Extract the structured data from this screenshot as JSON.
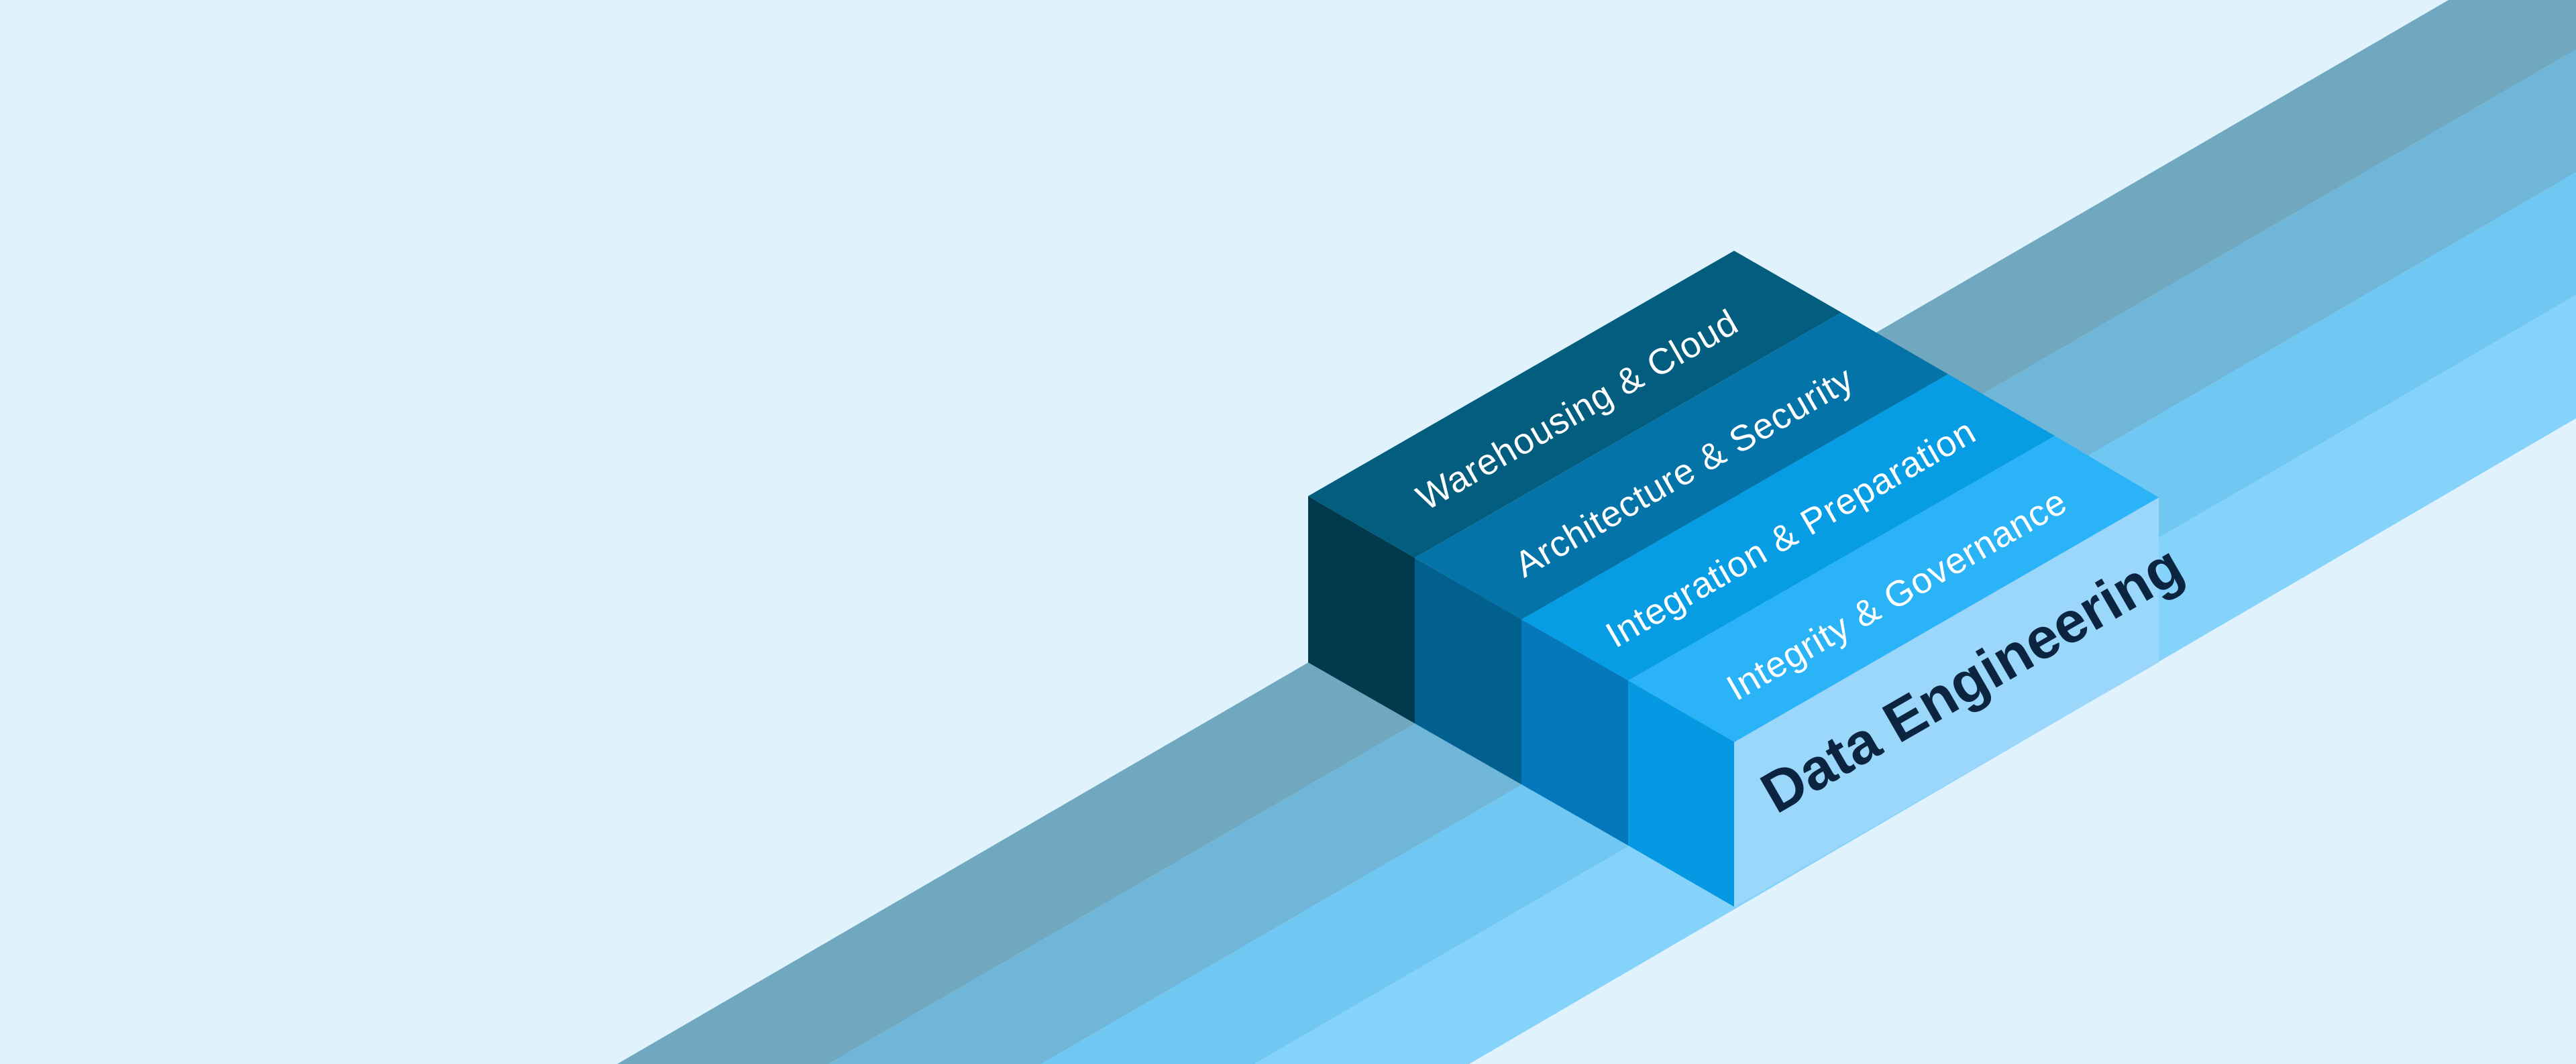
{
  "diagram": {
    "front_label": "Data Engineering",
    "layers": [
      {
        "label": "Warehousing & Cloud",
        "top_color": "#035d7e",
        "side_color": "#013a4c",
        "stripe_color": "#6fa8bf"
      },
      {
        "label": "Architecture & Security",
        "top_color": "#0473a8",
        "side_color": "#02608f",
        "stripe_color": "#6fb6d9"
      },
      {
        "label": "Integration & Preparation",
        "top_color": "#069de4",
        "side_color": "#0478ba",
        "stripe_color": "#6fc7f2"
      },
      {
        "label": "Integrity & Governance",
        "top_color": "#2bb3f7",
        "side_color": "#0599e3",
        "stripe_color": "#85d2fb"
      }
    ],
    "front_face_color": "#9bd6fb",
    "background_color": "#e0f3fd"
  }
}
